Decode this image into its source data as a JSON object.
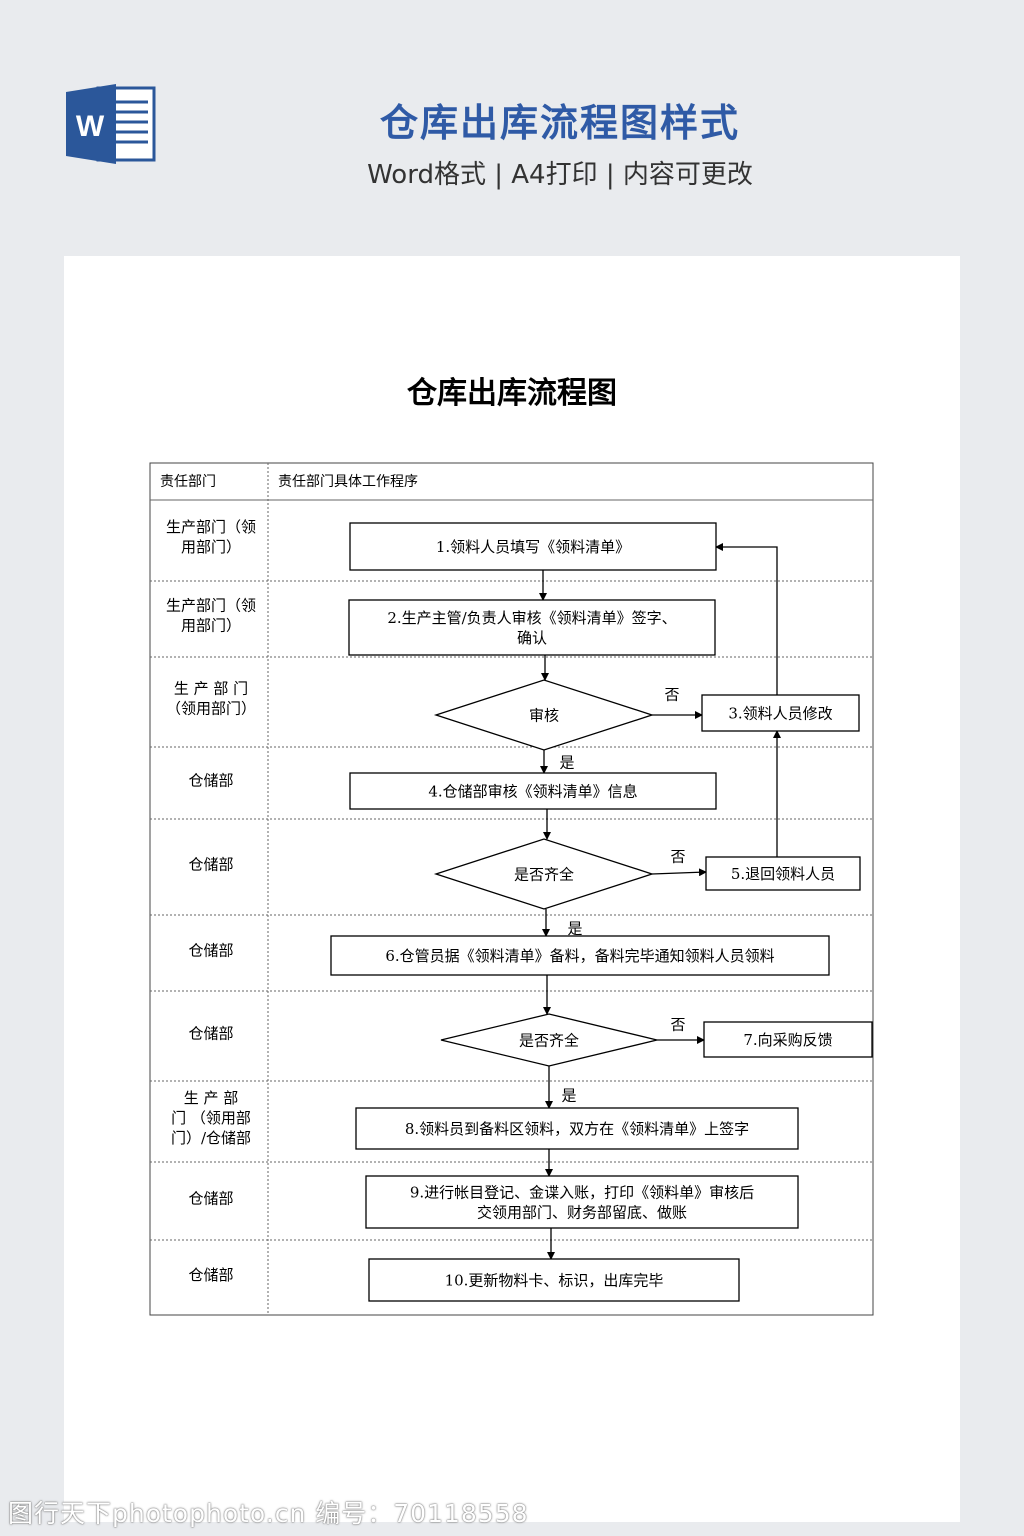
{
  "header": {
    "icon_letter": "W",
    "title": "仓库出库流程图样式",
    "subtitle": "Word格式 | A4打印 | 内容可更改"
  },
  "document": {
    "title": "仓库出库流程图",
    "table_headers": [
      "责任部门",
      "责任部门具体工作程序"
    ],
    "departments": [
      [
        "生产部门（领",
        "用部门）"
      ],
      [
        "生产部门（领",
        "用部门）"
      ],
      [
        "生 产 部 门",
        "（领用部门）"
      ],
      [
        "仓储部"
      ],
      [
        "仓储部"
      ],
      [
        "仓储部"
      ],
      [
        "仓储部"
      ],
      [
        "生 产 部",
        "门 （领用部",
        "门）/仓储部"
      ],
      [
        "仓储部"
      ],
      [
        "仓储部"
      ]
    ],
    "steps": {
      "s1": [
        "1.领料人员填写《领料清单》"
      ],
      "s2": [
        "2.生产主管/负责人审核《领料清单》签字、",
        "确认"
      ],
      "d1": [
        "审核"
      ],
      "s3": [
        "3.领料人员修改"
      ],
      "s4": [
        "4.仓储部审核《领料清单》信息"
      ],
      "d2": [
        "是否齐全"
      ],
      "s5": [
        "5.退回领料人员"
      ],
      "s6": [
        "6.仓管员据《领料清单》备料，备料完毕通知领料人员领料"
      ],
      "d3": [
        "是否齐全"
      ],
      "s7": [
        "7.向采购反馈"
      ],
      "s8": [
        "8.领料员到备料区领料，双方在《领料清单》上签字"
      ],
      "s9": [
        "9.进行帐目登记、金谍入账，打印《领料单》审核后",
        "交领用部门、财务部留底、做账"
      ],
      "s10": [
        "10.更新物料卡、标识，出库完毕"
      ]
    },
    "labels": {
      "yes": "是",
      "no": "否"
    }
  },
  "watermark": "图行天下photophoto.cn 编号：70118558",
  "colors": {
    "title_blue": "#2f5aa6",
    "icon_blue": "#2b579a",
    "page_bg": "#e9ebee",
    "paper": "#ffffff"
  }
}
